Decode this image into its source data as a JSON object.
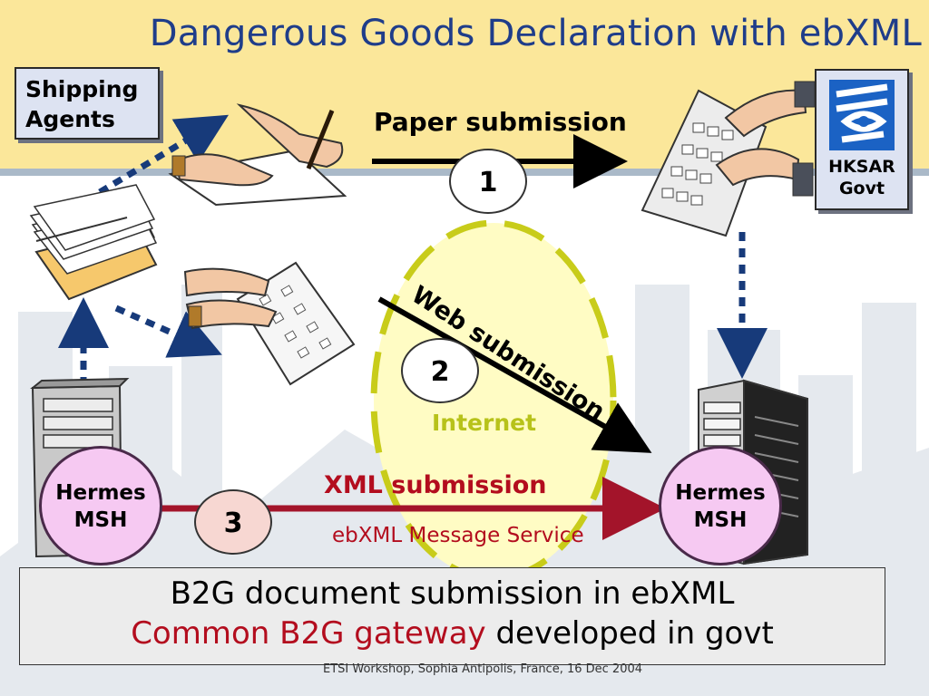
{
  "title": "Dangerous Goods Declaration with ebXML",
  "shipping_agents": {
    "line1": "Shipping",
    "line2": "Agents"
  },
  "govt": {
    "line1": "HKSAR",
    "line2": "Govt"
  },
  "paper_submission": "Paper submission",
  "web_submission": "Web submission",
  "internet_label": "Internet",
  "xml_submission": "XML submission",
  "message_service": "ebXML Message Service",
  "steps": [
    "1",
    "2",
    "3"
  ],
  "msh_left": {
    "line1": "Hermes",
    "line2": "MSH"
  },
  "msh_right": {
    "line1": "Hermes",
    "line2": "MSH"
  },
  "footer": {
    "line1": "B2G document submission in ebXML",
    "line2_red": "Common B2G gateway",
    "line2_rest": " developed in govt"
  },
  "credit": "ETSI Workshop, Sophia Antipolis, France, 16 Dec 2004",
  "colors": {
    "title": "#1f3d8a",
    "band": "#fbe79a",
    "internet_ellipse": "#c8cc1a",
    "xml_arrow": "#a3142a",
    "msh_fill": "#f6c9f2",
    "dotted_arrow": "#173a7a"
  },
  "icons": [
    "paper-stack-icon",
    "hand-writing-icon",
    "hand-typing-icon",
    "keyboard-icon",
    "server-tower-icon",
    "hksar-emblem-icon"
  ]
}
